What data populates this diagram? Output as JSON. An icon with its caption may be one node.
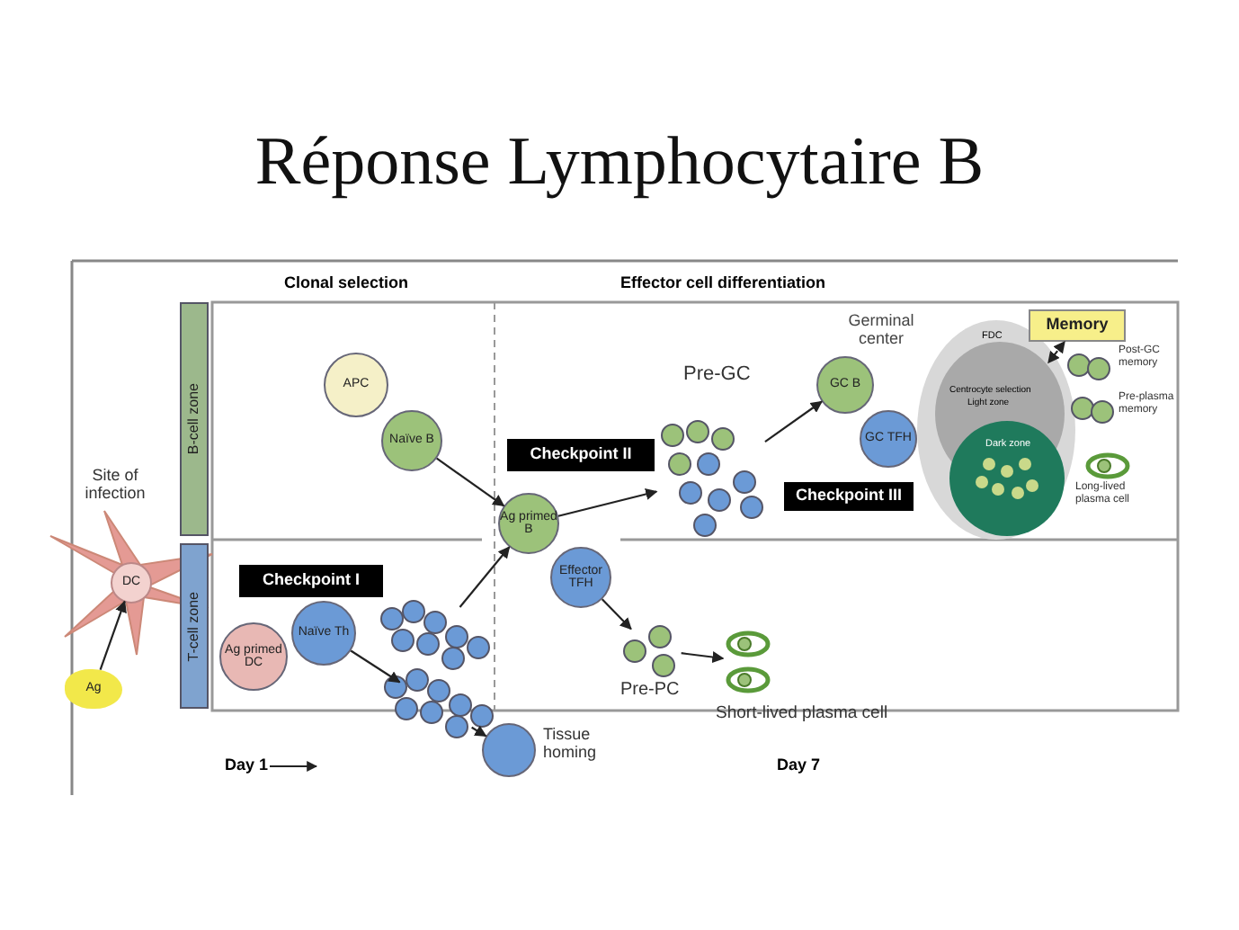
{
  "diagram": {
    "title": "Réponse Lymphocytaire B",
    "nodes": [
      {
        "text": [
          "DC"
        ],
        "beside": [
          "Site of infection"
        ]
      },
      {
        "text": [
          "Ag"
        ]
      },
      {
        "text": [
          "B-cell zone"
        ]
      },
      {
        "text": [
          "T-cell zone"
        ]
      },
      {
        "text": [
          "APC"
        ]
      },
      {
        "text": [
          "Naïve B"
        ]
      },
      {
        "text": [
          "Checkpoint I"
        ]
      },
      {
        "text": [
          "Ag primed DC"
        ]
      },
      {
        "text": [
          "Naïve Th"
        ]
      },
      {
        "text": [],
        "shape": "picture"
      },
      {
        "text": [],
        "shape": "picture"
      },
      {
        "text": [
          "Checkpoint II"
        ]
      },
      {
        "text": [
          "Ag primed B"
        ]
      },
      {
        "text": [
          "Effector TFH"
        ]
      },
      {
        "text": [],
        "shape": "circle",
        "beside": [
          "Tissue homing"
        ]
      },
      {
        "text": [],
        "shape": "picture",
        "beside": [
          "Pre-GC"
        ]
      },
      {
        "text": [
          "GC B"
        ]
      },
      {
        "text": [
          "GC TFH"
        ]
      },
      {
        "text": [
          "Checkpoint III"
        ]
      },
      {
        "text": [
          "Germinal center"
        ]
      },
      {
        "text": [
          "Memory"
        ]
      },
      {
        "text": [],
        "shape": "picture",
        "beside": [
          "Post-GC memory"
        ]
      },
      {
        "text": [],
        "shape": "picture",
        "beside": [
          "Pre-plasma memory"
        ]
      },
      {
        "text": [],
        "shape": "picture",
        "beside": [
          "Long-lived plasma cell"
        ]
      },
      {
        "text": [],
        "shape": "picture",
        "beside": [
          "Pre-PC"
        ]
      },
      {
        "text": [],
        "shape": "picture",
        "beside": [
          "Short-lived plasma cell"
        ]
      }
    ],
    "edges": [
      {
        "from": 1,
        "to": 0,
        "arrow": "to"
      },
      {
        "from": 5,
        "to": 12,
        "arrow": "to"
      },
      {
        "from": 8,
        "to": 10,
        "arrow": "to"
      },
      {
        "from": 9,
        "to": 12,
        "arrow": "to"
      },
      {
        "from": 10,
        "to": 14,
        "arrow": "to"
      },
      {
        "from": 12,
        "to": 15,
        "arrow": "to"
      },
      {
        "from": 13,
        "to": 24,
        "arrow": "to"
      },
      {
        "from": 15,
        "to": 16,
        "arrow": "to"
      },
      {
        "from": 24,
        "to": 25,
        "arrow": "to"
      },
      {
        "from": 19,
        "to": 20,
        "arrow": "both",
        "style": "dashed"
      }
    ],
    "labels": [
      "Clonal selection",
      "Effector cell differentiation",
      "FDC",
      "Centrocyte selection",
      "Light zone",
      "Dark zone",
      "Day 1",
      "Day 7"
    ]
  }
}
